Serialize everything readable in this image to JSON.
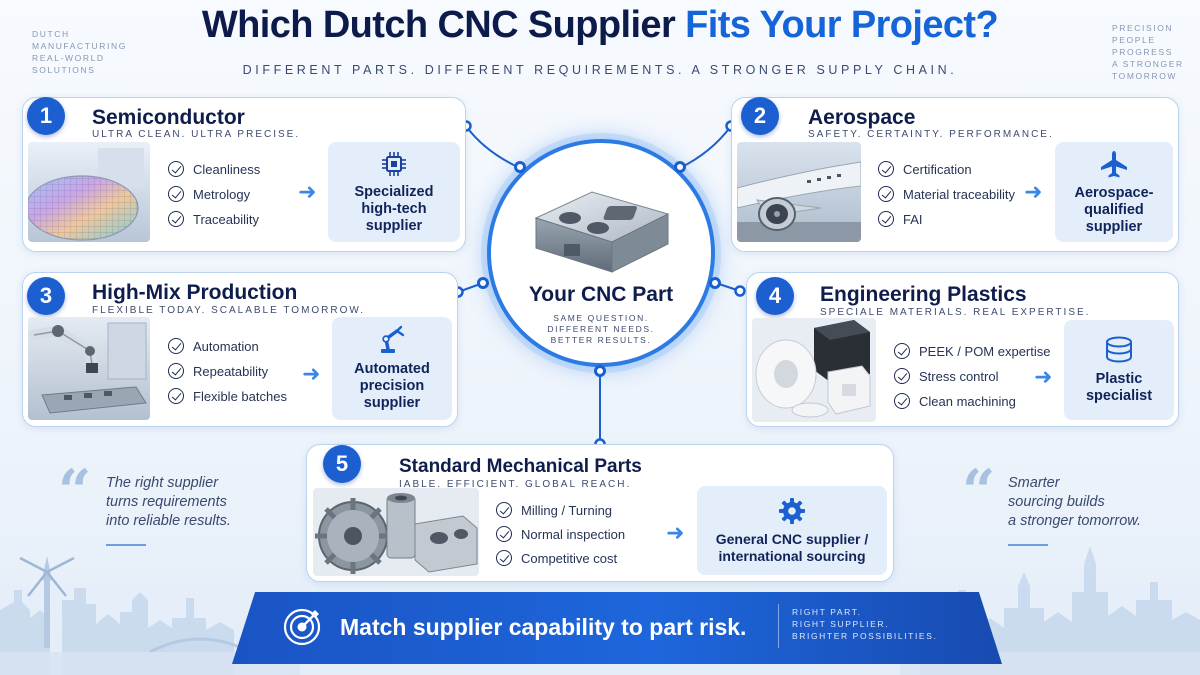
{
  "header": {
    "title_part1": "Which Dutch CNC Supplier",
    "title_part2": "Fits Your Project?",
    "subtitle": "DIFFERENT PARTS. DIFFERENT REQUIREMENTS. A STRONGER SUPPLY CHAIN.",
    "left_note": [
      "DUTCH",
      "MANUFACTURING",
      "REAL-WORLD",
      "SOLUTIONS"
    ],
    "right_note": [
      "PRECISION",
      "PEOPLE",
      "PROGRESS",
      "A STRONGER",
      "TOMORROW"
    ]
  },
  "center": {
    "title": "Your CNC Part",
    "subtitle": [
      "SAME QUESTION.",
      "DIFFERENT NEEDS.",
      "BETTER RESULTS."
    ]
  },
  "cards": [
    {
      "number": "1",
      "title": "Semiconductor",
      "subtitle": "ULTRA CLEAN. ULTRA PRECISE.",
      "features": [
        "Cleanliness",
        "Metrology",
        "Traceability"
      ],
      "outcome": "Specialized\nhigh-tech\nsupplier",
      "icon": "chip-icon"
    },
    {
      "number": "2",
      "title": "Aerospace",
      "subtitle": "SAFETY. CERTAINTY. PERFORMANCE.",
      "features": [
        "Certification",
        "Material traceability",
        "FAI"
      ],
      "outcome": "Aerospace-\nqualified\nsupplier",
      "icon": "airplane-icon"
    },
    {
      "number": "3",
      "title": "High-Mix Production",
      "subtitle": "FLEXIBLE TODAY. SCALABLE TOMORROW.",
      "features": [
        "Automation",
        "Repeatability",
        "Flexible batches"
      ],
      "outcome": "Automated\nprecision\nsupplier",
      "icon": "robot-arm-icon"
    },
    {
      "number": "4",
      "title": "Engineering Plastics",
      "subtitle": "SPECIALE MATERIALS. REAL EXPERTISE.",
      "features": [
        "PEEK / POM expertise",
        "Stress control",
        "Clean machining"
      ],
      "outcome": "Plastic\nspecialist",
      "icon": "material-stack-icon"
    },
    {
      "number": "5",
      "title": "Standard Mechanical Parts",
      "subtitle": "IABLE. EFFICIENT. GLOBAL REACH.",
      "features": [
        "Milling / Turning",
        "Normal inspection",
        "Competitive cost"
      ],
      "outcome": "General CNC supplier /\ninternational sourcing",
      "icon": "gear-icon"
    }
  ],
  "quotes": {
    "left": [
      "The right supplier",
      "turns requirements",
      "into reliable results."
    ],
    "right": [
      "Smarter",
      "sourcing builds",
      "a stronger tomorrow."
    ]
  },
  "banner": {
    "text": "Match supplier capability to part risk.",
    "side": [
      "RIGHT PART.",
      "RIGHT SUPPLIER.",
      "BRIGHTER POSSIBILITIES."
    ]
  },
  "colors": {
    "accent": "#1b5fd0",
    "navy": "#0d1b4b",
    "highlight": "#1565d8",
    "outcome_bg": "#e4eefb"
  }
}
